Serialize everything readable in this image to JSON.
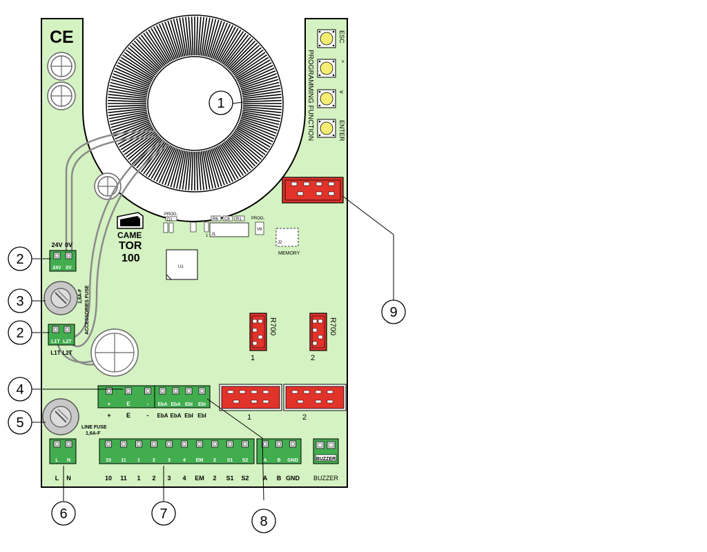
{
  "colors": {
    "board": "#d5f2c2",
    "terminal": "#42ad4f",
    "connector": "#e2332b",
    "button": "#f5ee73",
    "fuse": "#c8c8c8"
  },
  "board": {
    "ce_mark": "CE",
    "brand": "CAME",
    "model_line1": "TOR",
    "model_line2": "100",
    "programming_label": "PROGRAMMING FUNCTION",
    "memory_label": "MEMORY",
    "j2_label": "J2",
    "u1_label": "U1",
    "prog_label_1": "PROG.",
    "prog_label_2": "PROG.",
    "d1_label": "D1",
    "j1_label": "J1",
    "r6_label": "R6",
    "c6_label": "C6",
    "r1_label": "R1",
    "v6_label": "V6",
    "one_label": "1",
    "accessories_fuse_1": "1,6A-F",
    "accessories_fuse_2": "ACCESSORIES FUSE",
    "line_fuse_1": "LINE FUSE",
    "line_fuse_2": "1,6A-F",
    "r700_label_1": "R700",
    "r700_label_2": "R700",
    "r700_num_1": "1",
    "r700_num_2": "2",
    "conn_num_1": "1",
    "conn_num_2": "2"
  },
  "buttons": [
    {
      "label": "ESC"
    },
    {
      "label": "^"
    },
    {
      "label": "v"
    },
    {
      "label": "ENTER"
    }
  ],
  "terminals": {
    "supply_24v": {
      "top": [
        "24V",
        "0V"
      ],
      "pins": [
        "24V",
        "0V"
      ]
    },
    "transformer": {
      "pins": [
        "L1T",
        "L2T"
      ],
      "bottom": [
        "L1T",
        "L2T"
      ]
    },
    "encoder": {
      "pins": [
        "+",
        "E",
        "-"
      ],
      "bottom": [
        "+",
        "E",
        "-"
      ]
    },
    "edges": {
      "pins": [
        "EbA",
        "EbA",
        "EbI",
        "EbI"
      ],
      "bottom": [
        "EbA",
        "EbA",
        "EbI",
        "EbI"
      ]
    },
    "line": {
      "pins": [
        "L",
        "N"
      ],
      "bottom": [
        "L",
        "N"
      ]
    },
    "controls": {
      "pins": [
        "10",
        "11",
        "1",
        "2",
        "3",
        "4",
        "EM",
        "2",
        "S1",
        "S2"
      ],
      "bottom": [
        "10",
        "11",
        "1",
        "2",
        "3",
        "4",
        "EM",
        "2",
        "S1",
        "S2"
      ]
    },
    "rs485": {
      "pins": [
        "A",
        "B",
        "GND"
      ],
      "bottom": [
        "A",
        "B",
        "GND"
      ]
    },
    "buzzer": {
      "pins": [
        "BUZZER"
      ],
      "bottom": "BUZZER"
    }
  },
  "callouts": [
    {
      "number": "1"
    },
    {
      "number": "2"
    },
    {
      "number": "3"
    },
    {
      "number": "2"
    },
    {
      "number": "4"
    },
    {
      "number": "5"
    },
    {
      "number": "6"
    },
    {
      "number": "7"
    },
    {
      "number": "8"
    },
    {
      "number": "9"
    }
  ]
}
